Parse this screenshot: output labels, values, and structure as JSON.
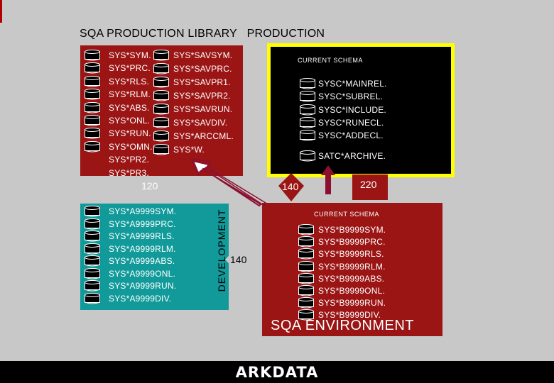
{
  "page": {
    "title": "SQA PRODUCTION LIBRARY   PRODUCTION"
  },
  "production": {
    "left_items": [
      "SYS*SYM.",
      "SYS*PRC.",
      "SYS*RLS.",
      "SYS*RLM.",
      "SYS*ABS.",
      "SYS*ONL.",
      "SYS*RUN.",
      "SYS*OMN.",
      "SYS*PR2.",
      "SYS*PR3."
    ],
    "right_items": [
      "SYS*SAVSYM.",
      "SYS*SAVPRC.",
      "SYS*SAVPR1.",
      "SYS*SAVPR2.",
      "SYS*SAVRUN.",
      "SYS*SAVDIV.",
      "SYS*ARCCML.",
      "SYS*W."
    ]
  },
  "current_schema": {
    "heading": "CURRENT SCHEMA",
    "items": [
      "SYSC*MAINREL.",
      "SYSC*SUBREL.",
      "SYSC*INCLUDE.",
      "SYSC*RUNECL.",
      "SYSC*ADDECL."
    ],
    "archive": "SATC*ARCHIVE."
  },
  "development": {
    "label": "DEVELOPMENT",
    "items": [
      "SYS*A9999SYM.",
      "SYS*A9999PRC.",
      "SYS*A9999RLS.",
      "SYS*A9999RLM.",
      "SYS*A9999ABS.",
      "SYS*A9999ONL.",
      "SYS*A9999RUN.",
      "SYS*A9999DIV."
    ]
  },
  "sqa": {
    "heading": "CURRENT SCHEMA",
    "items": [
      "SYS*B9999SYM.",
      "SYS*B9999PRC.",
      "SYS*B9999RLS.",
      "SYS*B9999RLM.",
      "SYS*B9999ABS.",
      "SYS*B9999ONL.",
      "SYS*B9999RUN.",
      "SYS*B9999DIV."
    ],
    "env_label": "SQA ENVIRONMENT"
  },
  "steps": {
    "s120": "120",
    "s140_top": "140",
    "s220": "220",
    "s140_mid": "140"
  },
  "footer": {
    "logo": "ARKDATA"
  },
  "colors": {
    "background": "#c8c8c8",
    "production_red": "#9b1515",
    "development_teal": "#129a9a",
    "schema_black": "#000000",
    "highlight_yellow": "#ffff00",
    "arrow_maroon": "#8b1030",
    "footer_black": "#000000"
  }
}
